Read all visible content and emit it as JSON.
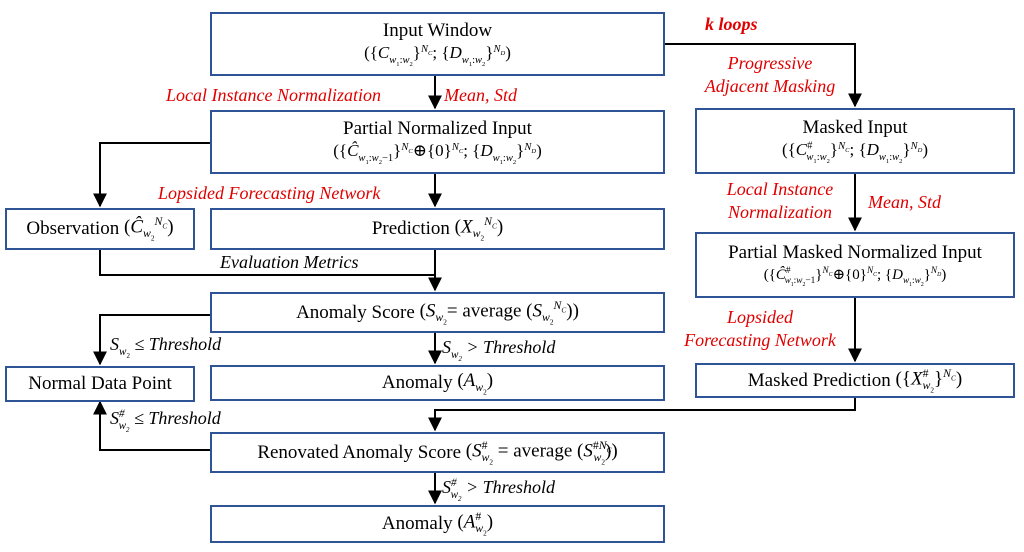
{
  "boxes": {
    "input_window": {
      "title": "Input Window",
      "formula": "({C_w1:w2}^Nc; {D_w1:w2}^ND)"
    },
    "partial_normalized": {
      "title": "Partial Normalized Input",
      "formula": "({Ĉ_w1:w2−1}^Nc ⊕ {0}^Nc; {D_w1:w2}^ND)"
    },
    "observation": {
      "title": "Observation",
      "formula": "Ĉ_w2^Nc"
    },
    "prediction": {
      "title": "Prediction",
      "formula": "X_w2^Nc"
    },
    "anomaly_score": {
      "title": "Anomaly Score",
      "formula": "S_w2 = average (S_w2^Nc)"
    },
    "normal_data_point": {
      "title": "Normal Data Point"
    },
    "anomaly": {
      "title": "Anomaly",
      "formula": "A_w2"
    },
    "renovated_score": {
      "title": "Renovated Anomaly Score",
      "formula": "S#_w2 = average (S_w2^#Nc)"
    },
    "anomaly_final": {
      "title": "Anomaly",
      "formula": "A#_w2"
    },
    "masked_input": {
      "title": "Masked Input",
      "formula": "({C#_w1:w2}^Nc; {D_w1:w2}^ND)"
    },
    "partial_masked": {
      "title": "Partial Masked Normalized Input",
      "formula": "({Ĉ#_w1:w2−1}^Nc ⊕ {0}^Nc; {D_w1:w2}^ND)"
    },
    "masked_prediction": {
      "title": "Masked Prediction",
      "formula": "{X#_w2}^Nc"
    }
  },
  "labels": {
    "k_loops": "k loops",
    "progressive_1": "Progressive",
    "progressive_2": "Adjacent Masking",
    "local_norm": "Local Instance Normalization",
    "mean_std_1": "Mean, Std",
    "lopsided": "Lopsided Forecasting Network",
    "eval": "Evaluation Metrics",
    "le_threshold": "≤ Threshold",
    "gt_threshold": "> Threshold",
    "le_threshold_2": "≤ Threshold",
    "gt_threshold_2": "> Threshold",
    "local_norm_r1": "Local Instance",
    "local_norm_r2": "Normalization",
    "mean_std_2": "Mean, Std",
    "lopsided_r1": "Lopsided",
    "lopsided_r2": "Forecasting Network"
  },
  "colors": {
    "box_border": "#2f5496",
    "red_label": "#e00000",
    "arrow": "#000000"
  }
}
